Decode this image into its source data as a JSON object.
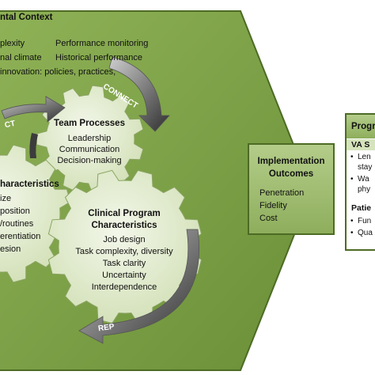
{
  "context": {
    "title": "ntal Context",
    "col1": [
      "plexity",
      "nal climate",
      "innovation: policies, practices,"
    ],
    "col2": [
      "Performance  monitoring",
      "Historical performance"
    ]
  },
  "arrows": {
    "connect": "CONNECT",
    "left_fragment": "CT",
    "rep": "REP"
  },
  "team": {
    "title": "Team Processes",
    "items": [
      "Leadership",
      "Communication",
      "Decision-making"
    ]
  },
  "characteristics": {
    "title": "haracteristics",
    "items": [
      "ize",
      "position",
      "/routines",
      "erentiation",
      "esion"
    ]
  },
  "clinical": {
    "title_line1": "Clinical Program",
    "title_line2": "Characteristics",
    "items": [
      "Job design",
      "Task complexity, diversity",
      "Task clarity",
      "Uncertainty",
      "Interdependence"
    ]
  },
  "implementation": {
    "title_line1": "Implementation",
    "title_line2": "Outcomes",
    "items": [
      "Penetration",
      "Fidelity",
      "Cost"
    ]
  },
  "program": {
    "title": "Progr",
    "va_label": "VA S",
    "va_items": [
      "Len",
      "stay",
      "Wa",
      "phy"
    ],
    "pat_label": "Patie",
    "pat_items": [
      "Fun",
      "Qua"
    ]
  },
  "colors": {
    "hex_fill": "#7b9f45",
    "hex_border": "#4d6b24",
    "gear_fill": "#dce8c4",
    "box_fill": "#9bb96a",
    "arrow_dark": "#333333"
  }
}
